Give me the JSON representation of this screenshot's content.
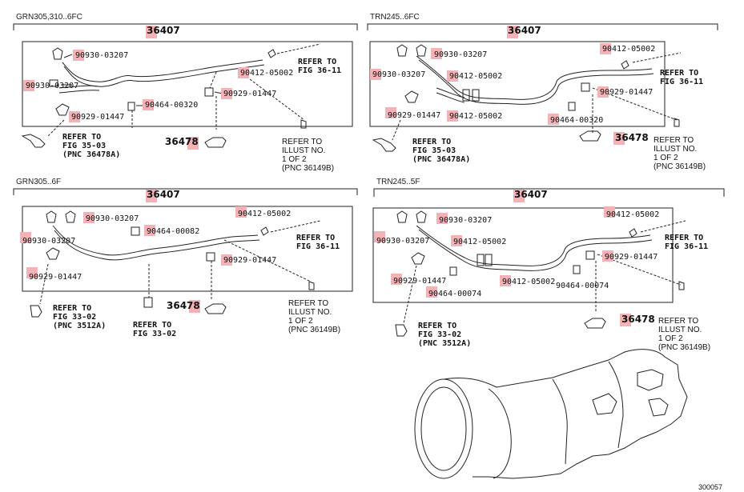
{
  "sections": [
    {
      "title": "GRN305,310..6FC",
      "assembly": "36407",
      "parts": [
        "90930-03207",
        "90930-03207",
        "90412-05002",
        "90464-00320",
        "90929-01447",
        "90929-01447",
        "36478"
      ],
      "refs": [
        {
          "lines": [
            "REFER TO",
            "FIG 36-11"
          ]
        },
        {
          "lines": [
            "REFER TO",
            "FIG 35-03",
            "(PNC 36478A)"
          ]
        },
        {
          "lines": [
            "REFER TO",
            "ILLUST NO.",
            "1 OF 2",
            "(PNC 36149B)"
          ]
        }
      ]
    },
    {
      "title": "TRN245..6FC",
      "assembly": "36407",
      "parts": [
        "90930-03207",
        "90930-03207",
        "90412-05002",
        "90412-05002",
        "90412-05002",
        "90929-01447",
        "90929-01447",
        "90464-00320",
        "36478"
      ],
      "refs": [
        {
          "lines": [
            "REFER TO",
            "FIG 36-11"
          ]
        },
        {
          "lines": [
            "REFER TO",
            "FIG 35-03",
            "(PNC 36478A)"
          ]
        },
        {
          "lines": [
            "REFER TO",
            "ILLUST NO.",
            "1 OF 2",
            "(PNC 36149B)"
          ]
        }
      ]
    },
    {
      "title": "GRN305..6F",
      "assembly": "36407",
      "parts": [
        "90930-03207",
        "90930-03207",
        "90412-05002",
        "90464-00082",
        "90929-01447",
        "90929-01447",
        "36478"
      ],
      "refs": [
        {
          "lines": [
            "REFER TO",
            "FIG 36-11"
          ]
        },
        {
          "lines": [
            "REFER TO",
            "FIG 33-02",
            "(PNC 3512A)"
          ]
        },
        {
          "lines": [
            "REFER TO",
            "FIG 33-02"
          ]
        },
        {
          "lines": [
            "REFER TO",
            "ILLUST NO.",
            "1 OF 2",
            "(PNC 36149B)"
          ]
        }
      ]
    },
    {
      "title": "TRN245..5F",
      "assembly": "36407",
      "parts": [
        "90930-03207",
        "90930-03207",
        "90412-05002",
        "90412-05002",
        "90412-05002",
        "90929-01447",
        "90929-01447",
        "90464-00074",
        "90464-00074",
        "36478"
      ],
      "refs": [
        {
          "lines": [
            "REFER TO",
            "FIG 36-11"
          ]
        },
        {
          "lines": [
            "REFER TO",
            "FIG 33-02",
            "(PNC 3512A)"
          ]
        },
        {
          "lines": [
            "REFER TO",
            "ILLUST NO.",
            "1 OF 2",
            "(PNC 36149B)"
          ]
        }
      ]
    }
  ],
  "footer_code": "300057"
}
